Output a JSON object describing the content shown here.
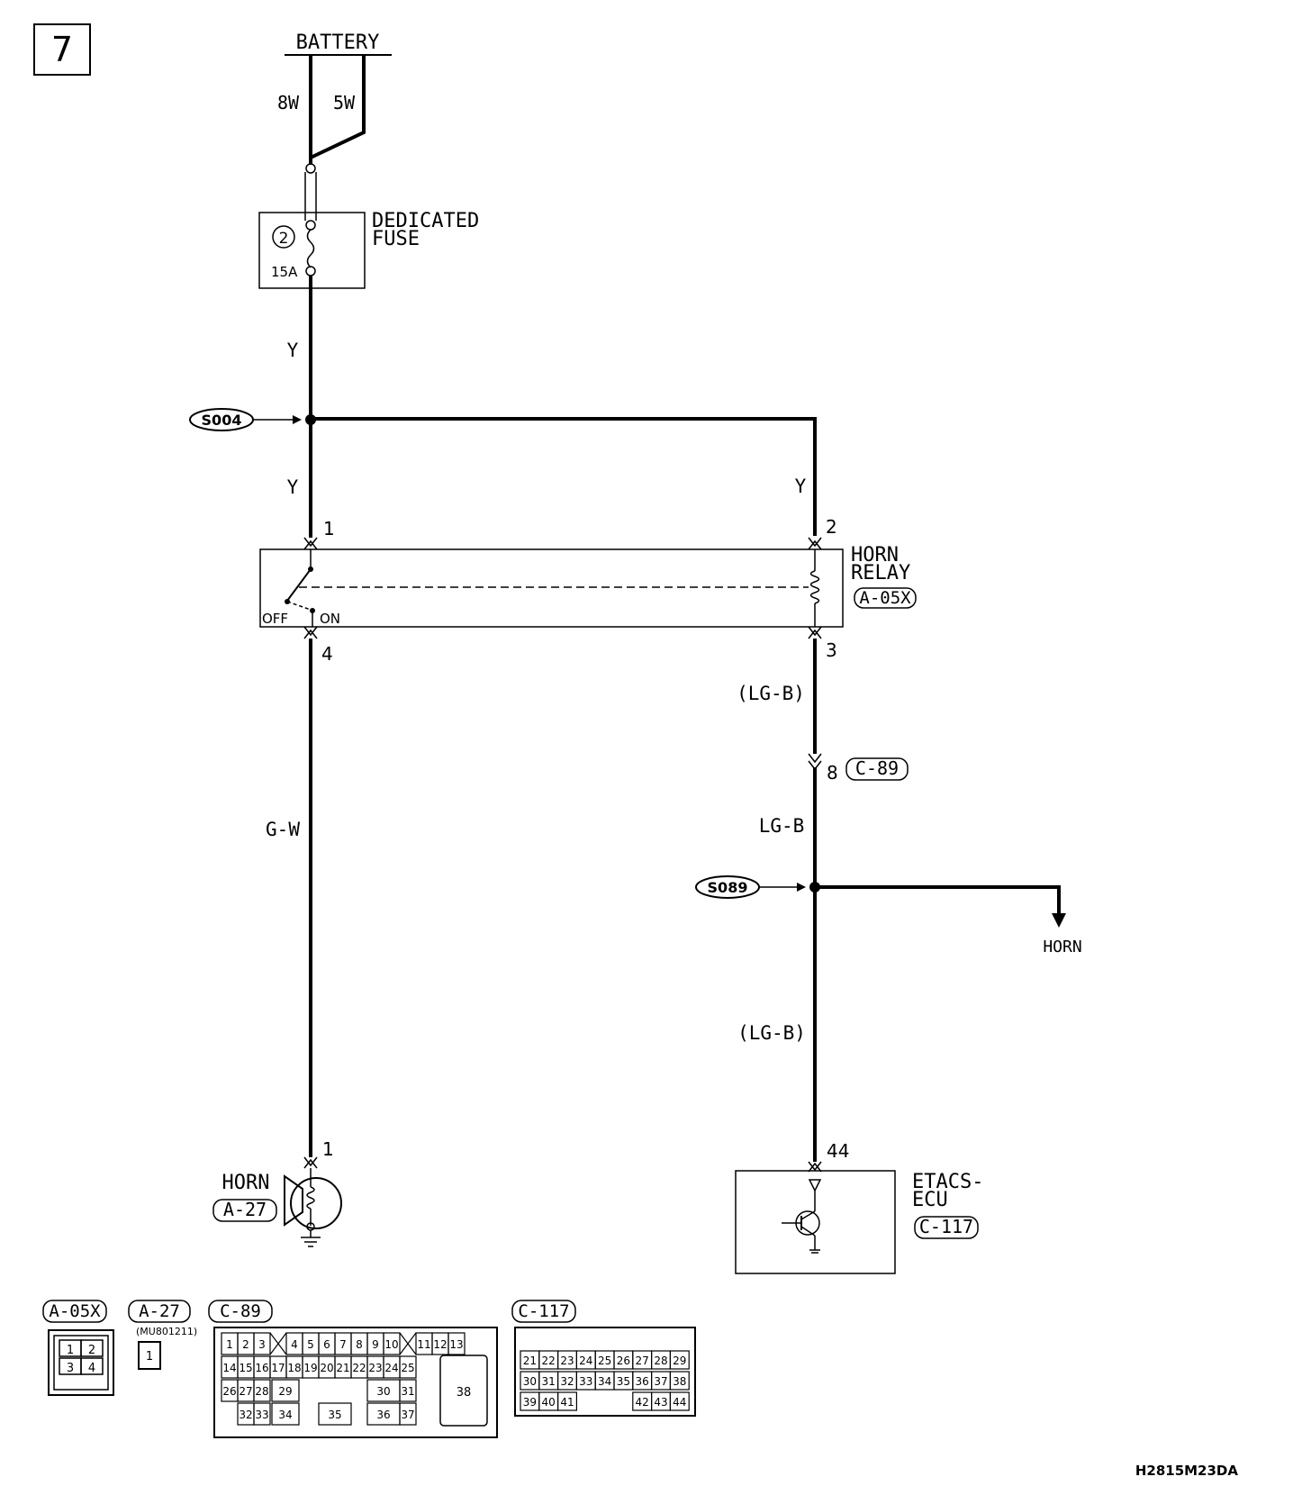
{
  "page_number": "7",
  "battery": {
    "label": "BATTERY",
    "wire_left": "8W",
    "wire_right": "5W"
  },
  "fuse": {
    "label_line1": "DEDICATED",
    "label_line2": "FUSE",
    "number": "2",
    "rating": "15A"
  },
  "wires": {
    "y_top": "Y",
    "y_left": "Y",
    "y_right": "Y",
    "gw": "G-W",
    "lgb_upper": "(LG-B)",
    "lgb_mid": "LG-B",
    "lgb_lower": "(LG-B)"
  },
  "splices": {
    "s004": "S004",
    "s089": "S089"
  },
  "relay": {
    "label_line1": "HORN",
    "label_line2": "RELAY",
    "connector": "A-05X",
    "pin1": "1",
    "pin2": "2",
    "pin3": "3",
    "pin4": "4",
    "off": "OFF",
    "on": "ON"
  },
  "connector_c89": {
    "pin": "8",
    "id": "C-89"
  },
  "horn_branch": {
    "label": "HORN"
  },
  "horn": {
    "label": "HORN",
    "connector": "A-27",
    "pin": "1"
  },
  "ecu": {
    "label_line1": "ETACS-",
    "label_line2": "ECU",
    "connector": "C-117",
    "pin": "44"
  },
  "connector_views": {
    "a05x": {
      "id": "A-05X",
      "pins": [
        "1",
        "2",
        "3",
        "4"
      ]
    },
    "a27": {
      "id": "A-27",
      "part": "(MU801211)",
      "pins": [
        "1"
      ]
    },
    "c89": {
      "id": "C-89",
      "row1": [
        "1",
        "2",
        "3",
        "4",
        "5",
        "6",
        "7",
        "8",
        "9",
        "10",
        "11",
        "12",
        "13"
      ],
      "row2": [
        "14",
        "15",
        "16",
        "17",
        "18",
        "19",
        "20",
        "21",
        "22",
        "23",
        "24",
        "25"
      ],
      "row3": [
        "26",
        "27",
        "28",
        "29",
        "30",
        "31"
      ],
      "row4": [
        "32",
        "33",
        "34",
        "35",
        "36",
        "37"
      ],
      "big": "38"
    },
    "c117": {
      "id": "C-117",
      "row1": [
        "21",
        "22",
        "23",
        "24",
        "25",
        "26",
        "27",
        "28",
        "29"
      ],
      "row2": [
        "30",
        "31",
        "32",
        "33",
        "34",
        "35",
        "36",
        "37",
        "38"
      ],
      "row3": [
        "39",
        "40",
        "41",
        "42",
        "43",
        "44"
      ]
    }
  },
  "diagram_code": "H2815M23DA"
}
